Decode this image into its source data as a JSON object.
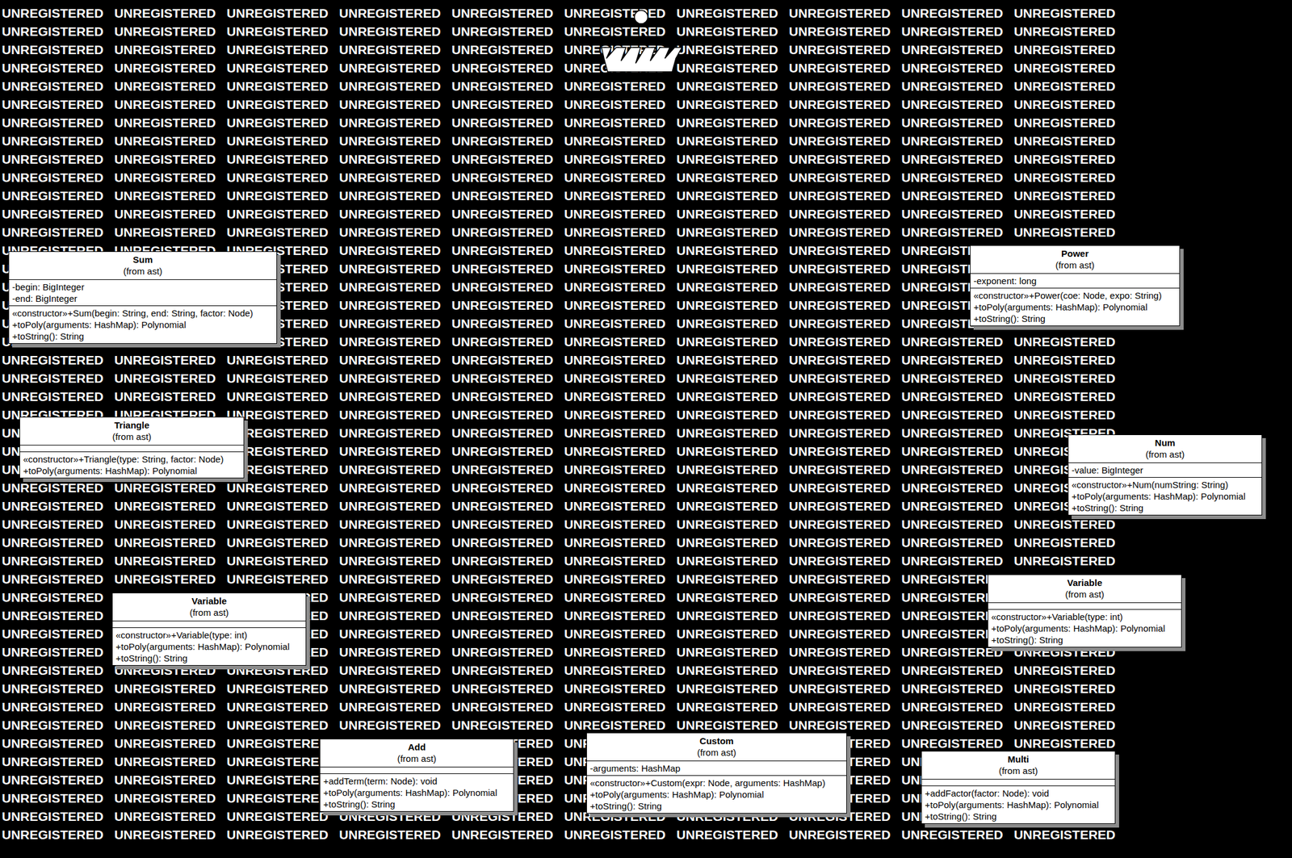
{
  "diagram": {
    "nodes": [
      {
        "text": [
          "Sum",
          "(from ast)",
          "-begin: BigInteger",
          "-end: BigInteger",
          "«constructor»+Sum(begin: String, end: String, factor: Node)",
          "+toPoly(arguments: HashMap): Polynomial",
          "+toString(): String"
        ]
      },
      {
        "text": [
          "Power",
          "(from ast)",
          "-exponent: long",
          "«constructor»+Power(coe: Node, expo: String)",
          "+toPoly(arguments: HashMap): Polynomial",
          "+toString(): String"
        ]
      },
      {
        "text": [
          "Triangle",
          "(from ast)",
          "«constructor»+Triangle(type: String, factor: Node)",
          "+toPoly(arguments: HashMap): Polynomial"
        ]
      },
      {
        "text": [
          "Num",
          "(from ast)",
          "-value: BigInteger",
          "«constructor»+Num(numString: String)",
          "+toPoly(arguments: HashMap): Polynomial",
          "+toString(): String"
        ]
      },
      {
        "text": [
          "Variable",
          "(from ast)",
          "«constructor»+Variable(type: int)",
          "+toPoly(arguments: HashMap): Polynomial",
          "+toString(): String"
        ]
      },
      {
        "text": [
          "Variable",
          "(from ast)",
          "«constructor»+Variable(type: int)",
          "+toPoly(arguments: HashMap): Polynomial",
          "+toString(): String"
        ]
      },
      {
        "text": [
          "Add",
          "(from ast)",
          "+addTerm(term: Node): void",
          "+toPoly(arguments: HashMap): Polynomial",
          "+toString(): String"
        ]
      },
      {
        "text": [
          "Custom",
          "(from ast)",
          "-arguments: HashMap",
          "«constructor»+Custom(expr: Node, arguments: HashMap)",
          "+toPoly(arguments: HashMap): Polynomial",
          "+toString(): String"
        ]
      },
      {
        "text": [
          "Multi",
          "(from ast)",
          "+addFactor(factor: Node): void",
          "+toPoly(arguments: HashMap): Polynomial",
          "+toString(): String"
        ]
      }
    ],
    "labels": [
      "UNREGISTERED UNREGISTERED UNREGISTERED UNREGISTERED UNREGISTERED UNREGISTERED UNREGISTERED UNREGISTERED UNREGISTERED UNREGISTERED",
      "UNREGISTERED UNREGISTERED UNREGISTERED UNREGISTERED UNREGISTERED UNREGISTERED UNREGISTERED UNREGISTERED UNREGISTERED UNREGISTERED",
      "UNREGISTERED UNREGISTERED UNREGISTERED UNREGISTERED UNREGISTERED UNREGISTERED UNREGISTERED UNREGISTERED UNREGISTERED UNREGISTERED",
      "UNREGISTERED UNREGISTERED UNREGISTERED UNREGISTERED UNREGISTERED UNREGISTERED UNREGISTERED UNREGISTERED UNREGISTERED UNREGISTERED",
      "UNREGISTERED UNREGISTERED UNREGISTERED UNREGISTERED UNREGISTERED UNREGISTERED UNREGISTERED UNREGISTERED UNREGISTERED UNREGISTERED",
      "UNREGISTERED UNREGISTERED UNREGISTERED UNREGISTERED UNREGISTERED UNREGISTERED UNREGISTERED UNREGISTERED UNREGISTERED UNREGISTERED",
      "UNREGISTERED UNREGISTERED UNREGISTERED UNREGISTERED UNREGISTERED UNREGISTERED UNREGISTERED UNREGISTERED UNREGISTERED UNREGISTERED",
      "UNREGISTERED UNREGISTERED UNREGISTERED UNREGISTERED UNREGISTERED UNREGISTERED UNREGISTERED UNREGISTERED UNREGISTERED UNREGISTERED",
      "UNREGISTERED UNREGISTERED UNREGISTERED UNREGISTERED UNREGISTERED UNREGISTERED UNREGISTERED UNREGISTERED UNREGISTERED UNREGISTERED",
      "UNREGISTERED UNREGISTERED UNREGISTERED UNREGISTERED UNREGISTERED UNREGISTERED UNREGISTERED UNREGISTERED UNREGISTERED UNREGISTERED",
      "UNREGISTERED UNREGISTERED UNREGISTERED UNREGISTERED UNREGISTERED UNREGISTERED UNREGISTERED UNREGISTERED UNREGISTERED UNREGISTERED",
      "UNREGISTERED UNREGISTERED UNREGISTERED UNREGISTERED UNREGISTERED UNREGISTERED UNREGISTERED UNREGISTERED UNREGISTERED UNREGISTERED",
      "UNREGISTERED UNREGISTERED UNREGISTERED UNREGISTERED UNREGISTERED UNREGISTERED UNREGISTERED UNREGISTERED UNREGISTERED UNREGISTERED",
      "UNREGISTERED UNREGISTERED UNREGISTERED UNREGISTERED UNREGISTERED UNREGISTERED UNREGISTERED UNREGISTERED UNREGISTERED UNREGISTERED",
      "UNREGISTERED UNREGISTERED UNREGISTERED UNREGISTERED UNREGISTERED UNREGISTERED UNREGISTERED UNREGISTERED UNREGISTERED UNREGISTERED",
      "UNREGISTERED UNREGISTERED UNREGISTERED UNREGISTERED UNREGISTERED UNREGISTERED UNREGISTERED UNREGISTERED UNREGISTERED UNREGISTERED",
      "UNREGISTERED UNREGISTERED UNREGISTERED UNREGISTERED UNREGISTERED UNREGISTERED UNREGISTERED UNREGISTERED UNREGISTERED UNREGISTERED",
      "UNREGISTERED UNREGISTERED UNREGISTERED UNREGISTERED UNREGISTERED UNREGISTERED UNREGISTERED UNREGISTERED UNREGISTERED UNREGISTERED",
      "UNREGISTERED UNREGISTERED UNREGISTERED UNREGISTERED UNREGISTERED UNREGISTERED UNREGISTERED UNREGISTERED UNREGISTERED UNREGISTERED",
      "UNREGISTERED UNREGISTERED UNREGISTERED UNREGISTERED UNREGISTERED UNREGISTERED UNREGISTERED UNREGISTERED UNREGISTERED UNREGISTERED",
      "UNREGISTERED UNREGISTERED UNREGISTERED UNREGISTERED UNREGISTERED UNREGISTERED UNREGISTERED UNREGISTERED UNREGISTERED UNREGISTERED",
      "UNREGISTERED UNREGISTERED UNREGISTERED UNREGISTERED UNREGISTERED UNREGISTERED UNREGISTERED UNREGISTERED UNREGISTERED UNREGISTERED",
      "UNREGISTERED UNREGISTERED UNREGISTERED UNREGISTERED UNREGISTERED UNREGISTERED UNREGISTERED UNREGISTERED UNREGISTERED UNREGISTERED",
      "UNREGISTERED UNREGISTERED UNREGISTERED UNREGISTERED UNREGISTERED UNREGISTERED UNREGISTERED UNREGISTERED UNREGISTERED UNREGISTERED",
      "UNREGISTERED UNREGISTERED UNREGISTERED UNREGISTERED UNREGISTERED UNREGISTERED UNREGISTERED UNREGISTERED UNREGISTERED UNREGISTERED",
      "UNREGISTERED UNREGISTERED UNREGISTERED UNREGISTERED UNREGISTERED UNREGISTERED UNREGISTERED UNREGISTERED UNREGISTERED UNREGISTERED",
      "UNREGISTERED UNREGISTERED UNREGISTERED UNREGISTERED UNREGISTERED UNREGISTERED UNREGISTERED UNREGISTERED UNREGISTERED UNREGISTERED",
      "UNREGISTERED UNREGISTERED UNREGISTERED UNREGISTERED UNREGISTERED UNREGISTERED UNREGISTERED UNREGISTERED UNREGISTERED UNREGISTERED",
      "UNREGISTERED UNREGISTERED UNREGISTERED UNREGISTERED UNREGISTERED UNREGISTERED UNREGISTERED UNREGISTERED UNREGISTERED UNREGISTERED",
      "UNREGISTERED UNREGISTERED UNREGISTERED UNREGISTERED UNREGISTERED UNREGISTERED UNREGISTERED UNREGISTERED UNREGISTERED UNREGISTERED",
      "UNREGISTERED UNREGISTERED UNREGISTERED UNREGISTERED UNREGISTERED UNREGISTERED UNREGISTERED UNREGISTERED UNREGISTERED UNREGISTERED",
      "UNREGISTERED UNREGISTERED UNREGISTERED UNREGISTERED UNREGISTERED UNREGISTERED UNREGISTERED UNREGISTERED UNREGISTERED UNREGISTERED",
      "UNREGISTERED UNREGISTERED UNREGISTERED UNREGISTERED UNREGISTERED UNREGISTERED UNREGISTERED UNREGISTERED UNREGISTERED UNREGISTERED",
      "UNREGISTERED UNREGISTERED UNREGISTERED UNREGISTERED UNREGISTERED UNREGISTERED UNREGISTERED UNREGISTERED UNREGISTERED UNREGISTERED",
      "UNREGISTERED UNREGISTERED UNREGISTERED UNREGISTERED UNREGISTERED UNREGISTERED UNREGISTERED UNREGISTERED UNREGISTERED UNREGISTERED",
      "UNREGISTERED UNREGISTERED UNREGISTERED UNREGISTERED UNREGISTERED UNREGISTERED UNREGISTERED UNREGISTERED UNREGISTERED UNREGISTERED",
      "UNREGISTERED UNREGISTERED UNREGISTERED UNREGISTERED UNREGISTERED UNREGISTERED UNREGISTERED UNREGISTERED UNREGISTERED UNREGISTERED",
      "UNREGISTERED UNREGISTERED UNREGISTERED UNREGISTERED UNREGISTERED UNREGISTERED UNREGISTERED UNREGISTERED UNREGISTERED UNREGISTERED",
      "UNREGISTERED UNREGISTERED UNREGISTERED UNREGISTERED UNREGISTERED UNREGISTERED UNREGISTERED UNREGISTERED UNREGISTERED UNREGISTERED",
      "UNREGISTERED UNREGISTERED UNREGISTERED UNREGISTERED UNREGISTERED UNREGISTERED UNREGISTERED UNREGISTERED UNREGISTERED UNREGISTERED",
      "UNREGISTERED UNREGISTERED UNREGISTERED UNREGISTERED UNREGISTERED UNREGISTERED UNREGISTERED UNREGISTERED UNREGISTERED UNREGISTERED",
      "UNREGISTERED UNREGISTERED UNREGISTERED UNREGISTERED UNREGISTERED UNREGISTERED UNREGISTERED UNREGISTERED UNREGISTERED UNREGISTERED",
      "UNREGISTERED UNREGISTERED UNREGISTERED UNREGISTERED UNREGISTERED UNREGISTERED UNREGISTERED UNREGISTERED UNREGISTERED UNREGISTERED",
      "UNREGISTERED UNREGISTERED UNREGISTERED UNREGISTERED UNREGISTERED UNREGISTERED UNREGISTERED UNREGISTERED UNREGISTERED UNREGISTERED",
      "UNREGISTERED UNREGISTERED UNREGISTERED UNREGISTERED UNREGISTERED UNREGISTERED UNREGISTERED UNREGISTERED UNREGISTERED UNREGISTERED",
      "UNREGISTERED UNREGISTERED UNREGISTERED UNREGISTERED UNREGISTERED UNREGISTERED UNREGISTERED UNREGISTERED UNREGISTERED UNREGISTERED"
    ]
  }
}
